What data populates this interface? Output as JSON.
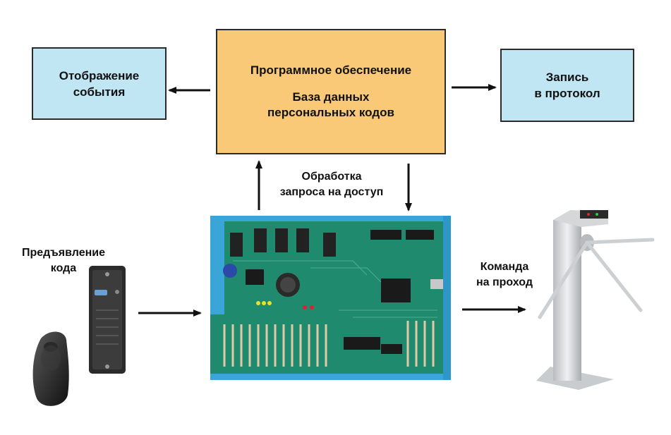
{
  "software_box": {
    "line1": "Программное обеспечение",
    "line2a": "База данных",
    "line2b": "персональных кодов"
  },
  "display_box": {
    "line1": "Отображение",
    "line2": "события"
  },
  "log_box": {
    "line1": "Запись",
    "line2": "в протокол"
  },
  "request_label": {
    "line1": "Обработка",
    "line2": "запроса на доступ"
  },
  "presentation_label": {
    "line1": "Предъявление",
    "line2": "кода"
  },
  "command_label": {
    "line1": "Команда",
    "line2": "на проход"
  },
  "colors": {
    "info_box": "#bfe6f2",
    "software_box": "#f9c978",
    "pcb": "#1f8a6e",
    "arrow": "#111111"
  },
  "icons": [
    "key-fob-icon",
    "card-reader-icon",
    "controller-board-icon",
    "turnstile-icon"
  ]
}
